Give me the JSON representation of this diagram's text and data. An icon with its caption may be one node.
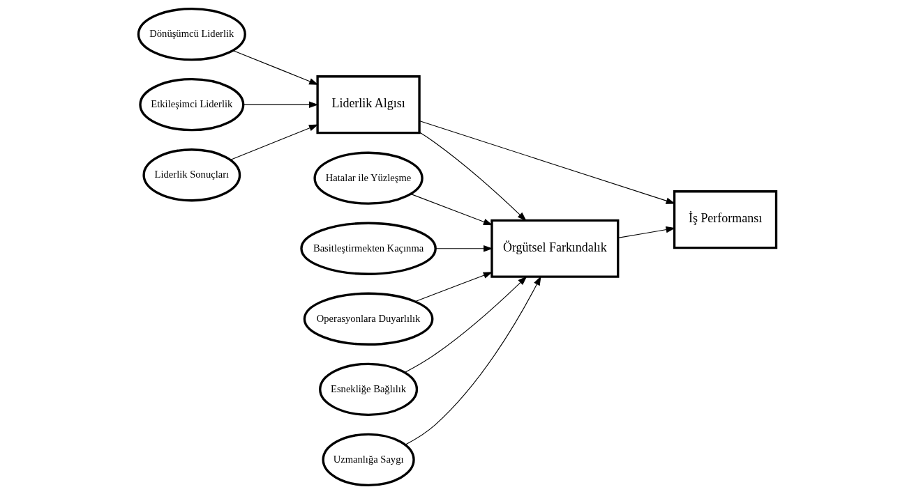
{
  "diagram": {
    "nodes": [
      {
        "text": [
          "Hatalar ile Yüzleşme"
        ]
      },
      {
        "text": [
          "Basitleştirmekten Kaçınma"
        ]
      },
      {
        "text": [
          "Operasyonlara Duyarlılık"
        ]
      },
      {
        "text": [
          "Esnekliğe Bağlılık"
        ]
      },
      {
        "text": [
          "Uzmanlığa Saygı"
        ]
      },
      {
        "text": [
          "Örgütsel Farkındalık"
        ]
      },
      {
        "text": [
          "Dönüşümcü Liderlik"
        ]
      },
      {
        "text": [
          "Etkileşimci Liderlik"
        ]
      },
      {
        "text": [
          "Liderlik Sonuçları"
        ]
      },
      {
        "text": [
          "Liderlik Algısı"
        ]
      },
      {
        "text": [
          "İş Performansı"
        ]
      }
    ],
    "edges": [
      {
        "from": 0,
        "to": 5,
        "arrow": "to"
      },
      {
        "from": 1,
        "to": 5,
        "arrow": "to"
      },
      {
        "from": 2,
        "to": 5,
        "arrow": "to"
      },
      {
        "from": 3,
        "to": 5,
        "arrow": "to"
      },
      {
        "from": 4,
        "to": 5,
        "arrow": "to"
      },
      {
        "from": 6,
        "to": 9,
        "arrow": "to"
      },
      {
        "from": 7,
        "to": 9,
        "arrow": "to"
      },
      {
        "from": 8,
        "to": 9,
        "arrow": "to"
      },
      {
        "from": 9,
        "to": 5,
        "arrow": "to"
      },
      {
        "from": 5,
        "to": 10,
        "arrow": "to"
      },
      {
        "from": 9,
        "to": 10,
        "arrow": "to"
      }
    ]
  }
}
